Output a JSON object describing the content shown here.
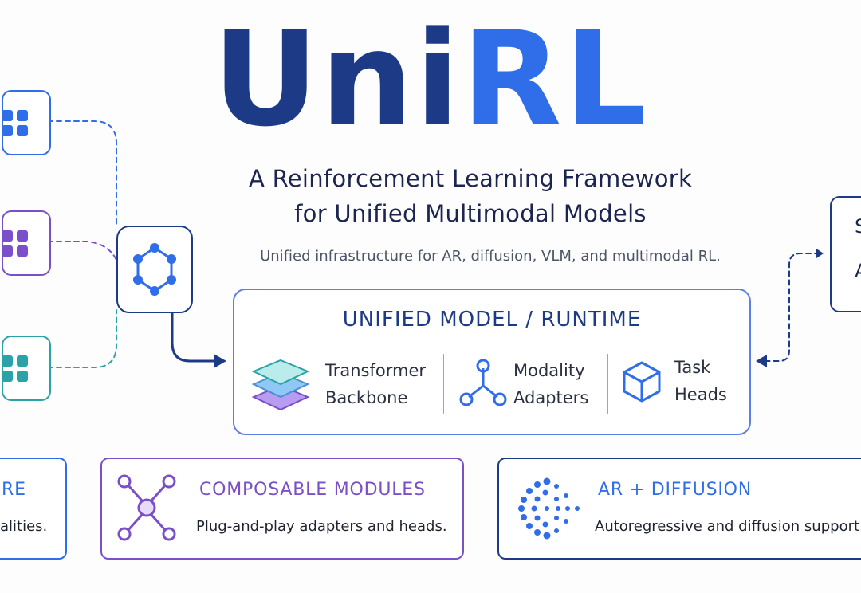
{
  "logo": {
    "part1": "Uni",
    "part2": "RL"
  },
  "subtitle": {
    "line1": "A Reinforcement Learning Framework",
    "line2": "for Unified Multimodal Models"
  },
  "tagline": "Unified infrastructure for AR, diffusion, VLM, and multimodal RL.",
  "colors": {
    "navy": "#1d3a86",
    "blue": "#2f6ee8",
    "purple": "#7b4fc9",
    "teal": "#2aa3a8",
    "panel_border": "#5a7fe6"
  },
  "left_inputs": [
    {
      "icon": "grid-icon",
      "color": "#2f6ee8"
    },
    {
      "icon": "grid-icon",
      "color": "#7b4fc9"
    },
    {
      "icon": "grid-icon",
      "color": "#2aa3a8"
    }
  ],
  "hub": {
    "icon": "hexagon-network-icon"
  },
  "runtime": {
    "title": "UNIFIED MODEL / RUNTIME",
    "components": [
      {
        "icon": "layers-stack-icon",
        "line1": "Transformer",
        "line2": "Backbone"
      },
      {
        "icon": "nodes-icon",
        "line1": "Modality",
        "line2": "Adapters"
      },
      {
        "icon": "cube-icon",
        "line1": "Task",
        "line2": "Heads"
      }
    ]
  },
  "right_panel": {
    "line1": "S",
    "line2": "A"
  },
  "cards": [
    {
      "title": "RE",
      "desc": "alities."
    },
    {
      "icon": "molecule-icon",
      "title": "COMPOSABLE MODULES",
      "desc": "Plug-and-play adapters and heads."
    },
    {
      "icon": "dotted-arc-icon",
      "title": "AR + DIFFUSION",
      "desc": "Autoregressive and diffusion support."
    }
  ]
}
